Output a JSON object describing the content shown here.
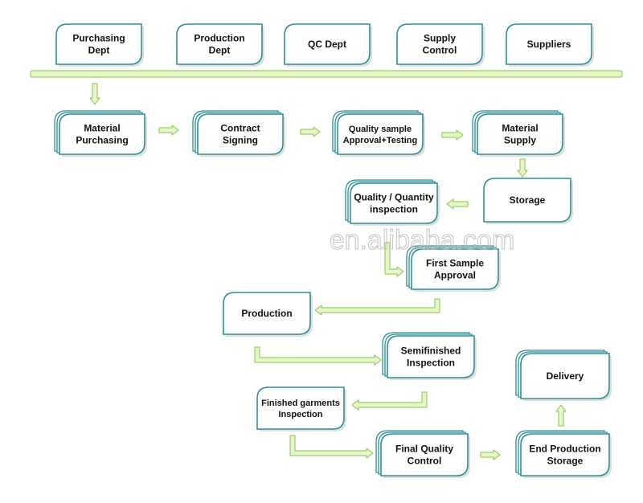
{
  "departments": [
    {
      "id": "purchasing",
      "lines": [
        "Purchasing",
        "Dept"
      ]
    },
    {
      "id": "production",
      "lines": [
        "Production",
        "Dept"
      ]
    },
    {
      "id": "qc",
      "lines": [
        "QC Dept"
      ]
    },
    {
      "id": "supply",
      "lines": [
        "Supply",
        "Control"
      ]
    },
    {
      "id": "suppliers",
      "lines": [
        "Suppliers"
      ]
    }
  ],
  "steps": [
    {
      "id": "material-purchasing",
      "lines": [
        "Material",
        "Purchasing"
      ]
    },
    {
      "id": "contract-signing",
      "lines": [
        "Contract",
        "Signing"
      ]
    },
    {
      "id": "quality-sample",
      "lines": [
        "Quality sample",
        "Approval+Testing"
      ]
    },
    {
      "id": "material-supply",
      "lines": [
        "Material",
        "Supply"
      ]
    },
    {
      "id": "storage",
      "lines": [
        "Storage"
      ]
    },
    {
      "id": "qq-inspection",
      "lines": [
        "Quality / Quantity",
        "inspection"
      ]
    },
    {
      "id": "first-sample",
      "lines": [
        "First Sample",
        "Approval"
      ]
    },
    {
      "id": "production",
      "lines": [
        "Production"
      ]
    },
    {
      "id": "semifinished",
      "lines": [
        "Semifinished",
        "Inspection"
      ]
    },
    {
      "id": "finished-garments",
      "lines": [
        "Finished garments",
        "Inspection"
      ]
    },
    {
      "id": "final-quality",
      "lines": [
        "Final Quality",
        "Control"
      ]
    },
    {
      "id": "end-production",
      "lines": [
        "End Production",
        "Storage"
      ]
    },
    {
      "id": "delivery",
      "lines": [
        "Delivery"
      ]
    }
  ],
  "watermark": "en.alibaba.com",
  "colors": {
    "box_border": "#2a8f9a",
    "box_shadow": "#b9b9b9",
    "arrow_fill": "#e6f6c8",
    "arrow_stroke": "#9ccc6a",
    "divider_fill": "#e6f6c8",
    "text": "#111111"
  }
}
